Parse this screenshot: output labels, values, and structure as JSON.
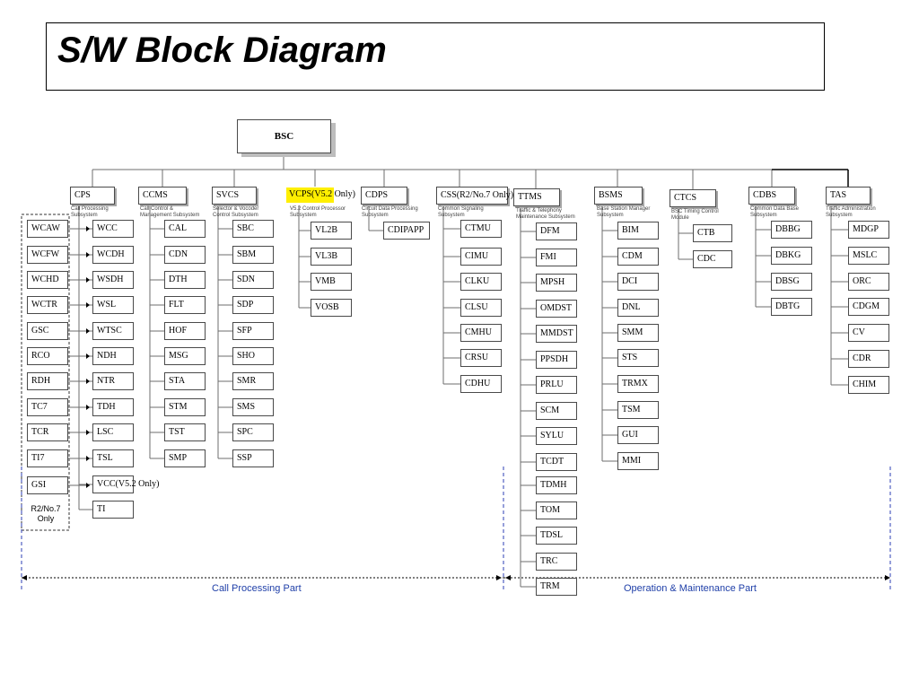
{
  "title": "S/W Block Diagram",
  "colors": {
    "highlight": "#ffef00",
    "part_label": "#1f3fa8",
    "dashed_line": "#2e3fb5"
  },
  "root": "BSC",
  "subsystems": [
    {
      "label": "CPS",
      "desc": "Call Processing Subsystem"
    },
    {
      "label": "CCMS",
      "desc": "Call Control & Management Subsystem"
    },
    {
      "label": "SVCS",
      "desc": "Selector & Vocoder Control Subsystem"
    },
    {
      "label": "VCPS(V5.2 Only)",
      "desc": "V5.2 Control Processor Subsystem"
    },
    {
      "label": "CDPS",
      "desc": "Circuit Data Processing Subsystem"
    },
    {
      "label": "CSS(R2/No.7 Only)",
      "desc": "Common Signaling Subsystem"
    },
    {
      "label": "TTMS",
      "desc": "Traffic & Telephony Maintenance Subsystem"
    },
    {
      "label": "BSMS",
      "desc": "Base Station Manager Subsystem"
    },
    {
      "label": "CTCS",
      "desc": "BSC Timing Control Module"
    },
    {
      "label": "CDBS",
      "desc": "Common Data Base Subsystem"
    },
    {
      "label": "TAS",
      "desc": "Traffic Administration Subsystem"
    }
  ],
  "blocks": {
    "cps_extra": [
      "WCAW",
      "WCFW",
      "WCHD",
      "WCTR",
      "GSC",
      "RCO",
      "RDH",
      "TC7",
      "TCR",
      "TI7",
      "GSI"
    ],
    "cps_extra_note": "R2/No.7 Only",
    "cps": [
      "WCC",
      "WCDH",
      "WSDH",
      "WSL",
      "WTSC",
      "NDH",
      "NTR",
      "TDH",
      "LSC",
      "TSL",
      "VCC(V5.2 Only)",
      "TI"
    ],
    "ccms": [
      "CAL",
      "CDN",
      "DTH",
      "FLT",
      "HOF",
      "MSG",
      "STA",
      "STM",
      "TST",
      "SMP"
    ],
    "svcs": [
      "SBC",
      "SBM",
      "SDN",
      "SDP",
      "SFP",
      "SHO",
      "SMR",
      "SMS",
      "SPC",
      "SSP"
    ],
    "vcps": [
      "VL2B",
      "VL3B",
      "VMB",
      "VOSB"
    ],
    "cdps": [
      "CDIPAPP"
    ],
    "css": [
      "CTMU",
      "CIMU",
      "CLKU",
      "CLSU",
      "CMHU",
      "CRSU",
      "CDHU"
    ],
    "ttms": [
      "DFM",
      "FMI",
      "MPSH",
      "OMDST",
      "MMDST",
      "PPSDH",
      "PRLU",
      "SCM",
      "SYLU",
      "TCDT",
      "TDMH",
      "TOM",
      "TDSL",
      "TRC",
      "TRM"
    ],
    "bsms": [
      "BIM",
      "CDM",
      "DCI",
      "DNL",
      "SMM",
      "STS",
      "TRMX",
      "TSM",
      "GUI",
      "MMI"
    ],
    "ctcs": [
      "CTB",
      "CDC"
    ],
    "cdbs": [
      "DBBG",
      "DBKG",
      "DBSG",
      "DBTG"
    ],
    "tas": [
      "MDGP",
      "MSLC",
      "ORC",
      "CDGM",
      "CV",
      "CDR",
      "CHIM"
    ]
  },
  "parts": {
    "left": "Call Processing Part",
    "right": "Operation & Maintenance Part"
  }
}
